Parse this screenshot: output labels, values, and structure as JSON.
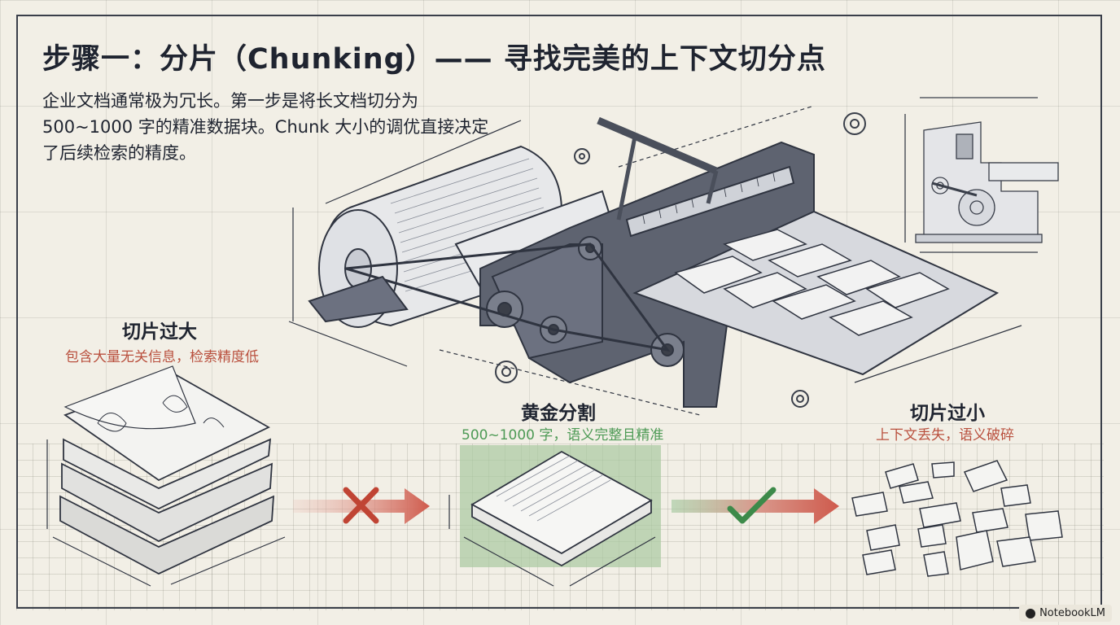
{
  "title": "步骤一：分片（Chunking）—— 寻找完美的上下文切分点",
  "intro": "企业文档通常极为冗长。第一步是将长文档切分为 500~1000 字的精准数据块。Chunk 大小的调优直接决定了后续检索的精度。",
  "options": [
    {
      "heading": "切片过大",
      "caption": "包含大量无关信息，检索精度低",
      "status": "bad"
    },
    {
      "heading": "黄金分割",
      "caption": "500~1000 字，语义完整且精准",
      "status": "good"
    },
    {
      "heading": "切片过小",
      "caption": "上下文丢失，语义破碎",
      "status": "bad"
    }
  ],
  "colors": {
    "accent_red": "#b9503e",
    "accent_green": "#4d9a55",
    "ink": "#2f3440"
  },
  "watermark": "NotebookLM"
}
